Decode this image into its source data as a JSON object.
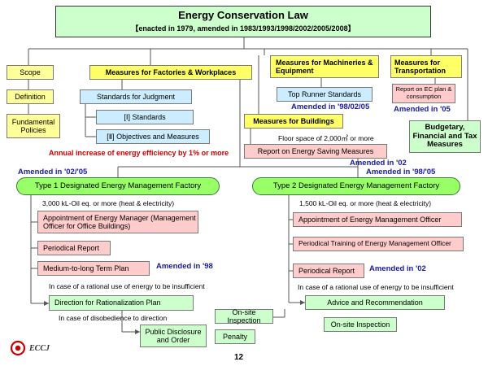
{
  "title": {
    "main": "Energy Conservation Law",
    "sub": "【enacted in 1979, amended in 1983/1993/1998/2002/2005/2008】"
  },
  "left_column": {
    "scope": "Scope",
    "definition": "Definition",
    "fundamental_policies": "Fundamental Policies"
  },
  "factories": {
    "header": "Measures for Factories & Workplaces",
    "standards_for_judgment": "Standards for Judgment",
    "standards": "[Ⅰ] Standards",
    "objectives": "[Ⅱ] Objectives and Measures",
    "annual_increase": "Annual increase of energy efficiency by 1% or more"
  },
  "machineries": {
    "header": "Measures for Machineries & Equipment",
    "top_runner": "Top Runner Standards",
    "amended": "Amended in '98/02/05"
  },
  "transportation": {
    "header": "Measures for Transportation",
    "report": "Report on EC plan & consumption",
    "amended": "Amended in '05"
  },
  "buildings": {
    "header": "Measures for Buildings",
    "floor_space": "Floor space of 2,000㎡ or more",
    "report": "Report on Energy Saving Measures",
    "amended": "Amended in '02"
  },
  "budgetary": "Budgetary, Financial and Tax Measures",
  "type1": {
    "amended": "Amended in '02/'05",
    "header": "Type 1 Designated Energy Management Factory",
    "threshold": "3,000 kL-Oil eq. or more (heat & electricity)",
    "appointment": "Appointment of Energy Manager (Management Officer for Office Buildings)",
    "periodical_report": "Periodical Report",
    "medium_long_plan": "Medium-to-long Term Plan",
    "plan_amended": "Amended in '98",
    "irrational_note": "In case of a rational use of energy to be insufficient",
    "direction": "Direction for Rationalization Plan",
    "disobedience_note": "In case of disobedience to direction",
    "public_disclosure": "Public Disclosure and Order",
    "onsite_inspection": "On-site Inspection",
    "penalty": "Penalty"
  },
  "type2": {
    "amended": "Amended in '98/'05",
    "header": "Type 2 Designated Energy Management Factory",
    "threshold": "1,500 kL-Oil eq. or more (heat & electricity)",
    "appointment": "Appointment of Energy Management Officer",
    "training": "Periodical Training of Energy Management Officer",
    "periodical_report": "Periodical Report",
    "report_amended": "Amended in '02",
    "irrational_note": "In case of a rational use of energy to be insufficient",
    "advice": "Advice and Recommendation",
    "onsite_inspection": "On-site Inspection"
  },
  "footer": {
    "logo_text": "ECCJ",
    "page_number": "12"
  },
  "colors": {
    "green_box": "#ccffcc",
    "green_title": "#66ff66",
    "yellow": "#ffff66",
    "blue": "#ccecff",
    "pink": "#ffcccc",
    "amend_blue": "#1a1aa0",
    "red_note": "#cc0000"
  }
}
